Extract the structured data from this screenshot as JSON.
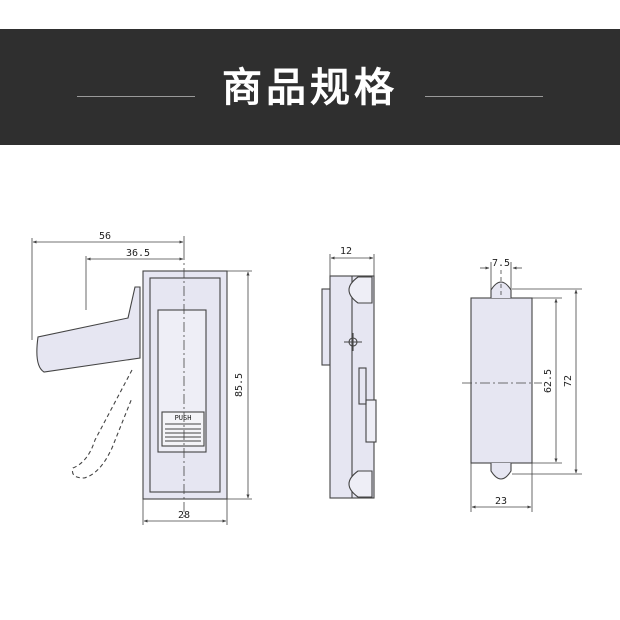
{
  "header": {
    "title": "商品规格",
    "background": "#2f2f2f",
    "title_color": "#ffffff"
  },
  "drawing": {
    "line_color": "#444444",
    "fill_color": "#e6e6f2",
    "front_view": {
      "dimensions": {
        "overall_width": "56",
        "handle_offset": "36.5",
        "height": "85.5",
        "body_width": "28"
      },
      "push_label": "PUSH"
    },
    "side_view": {
      "dimensions": {
        "thickness": "12"
      }
    },
    "back_view": {
      "dimensions": {
        "tab_width": "7.5",
        "hole_spacing": "62.5",
        "overall_height": "72",
        "width": "23"
      }
    }
  }
}
